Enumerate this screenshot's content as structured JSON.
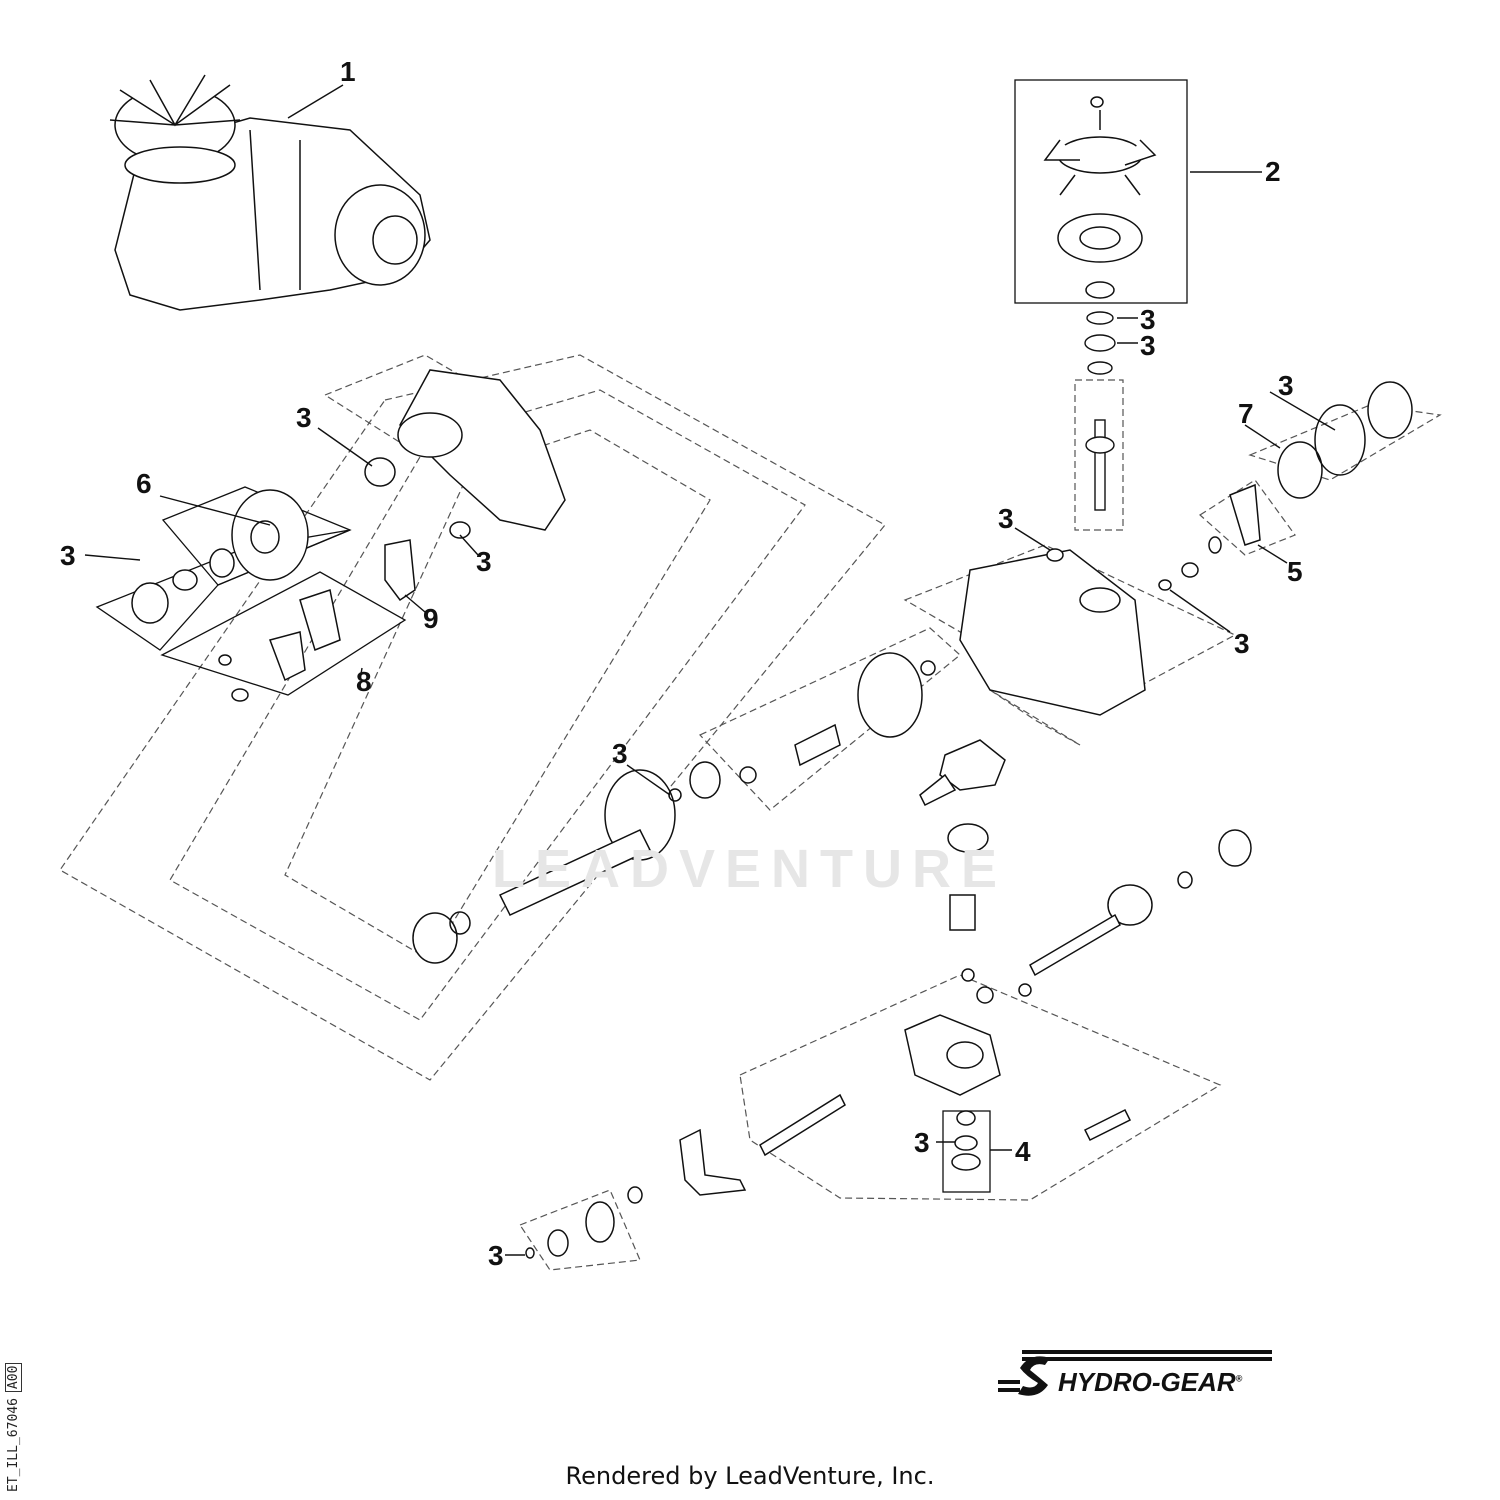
{
  "callouts": [
    {
      "id": "c1",
      "label": "1"
    },
    {
      "id": "c2",
      "label": "2"
    },
    {
      "id": "c3a",
      "label": "3"
    },
    {
      "id": "c3b",
      "label": "3"
    },
    {
      "id": "c3c",
      "label": "3"
    },
    {
      "id": "c3d",
      "label": "3"
    },
    {
      "id": "c3e",
      "label": "3"
    },
    {
      "id": "c3f",
      "label": "3"
    },
    {
      "id": "c3g",
      "label": "3"
    },
    {
      "id": "c3h",
      "label": "3"
    },
    {
      "id": "c3i",
      "label": "3"
    },
    {
      "id": "c3j",
      "label": "3"
    },
    {
      "id": "c3k",
      "label": "3"
    },
    {
      "id": "c3l",
      "label": "3"
    },
    {
      "id": "c4",
      "label": "4"
    },
    {
      "id": "c5",
      "label": "5"
    },
    {
      "id": "c6",
      "label": "6"
    },
    {
      "id": "c7",
      "label": "7"
    },
    {
      "id": "c8",
      "label": "8"
    },
    {
      "id": "c9",
      "label": "9"
    }
  ],
  "brand": {
    "name": "HYDRO-GEAR",
    "mark": "®",
    "color": "#111111"
  },
  "watermark": "LEADVENTURE",
  "footer": "Rendered by LeadVenture, Inc.",
  "drawing_code": "ET_ILL_67046",
  "revision": "A00",
  "colors": {
    "line": "#111111",
    "dash": "#555555",
    "watermark": "#e6e6e6"
  }
}
